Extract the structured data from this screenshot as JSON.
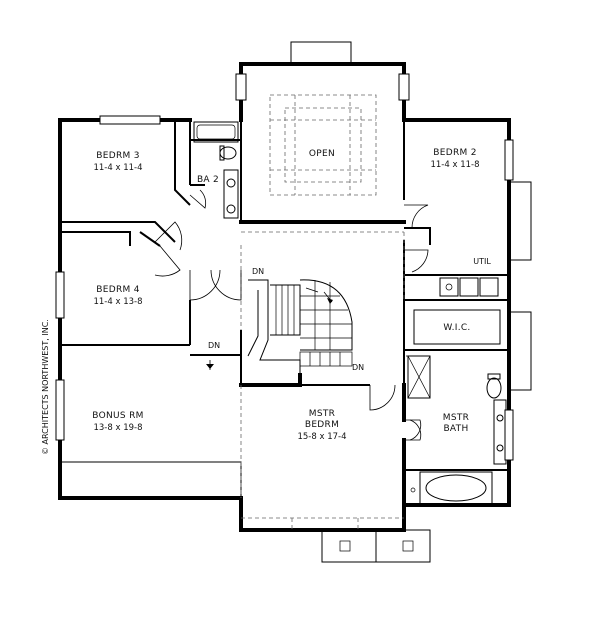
{
  "rooms": {
    "bedrm3": {
      "name": "BEDRM 3",
      "size": "11-4 x 11-4"
    },
    "ba2": {
      "name": "BA 2"
    },
    "open": {
      "name": "OPEN"
    },
    "bedrm2": {
      "name": "BEDRM 2",
      "size": "11-4 x 11-8"
    },
    "util": {
      "name": "UTIL"
    },
    "bedrm4": {
      "name": "BEDRM 4",
      "size": "11-4 x 13-8"
    },
    "wic": {
      "name": "W.I.C."
    },
    "bonus": {
      "name": "BONUS RM",
      "size": "13-8 x 19-8"
    },
    "mstr_bedrm": {
      "name_line1": "MSTR",
      "name_line2": "BEDRM",
      "size": "15-8 x 17-4"
    },
    "mstr_bath": {
      "name_line1": "MSTR",
      "name_line2": "BATH"
    }
  },
  "stairs": {
    "dn_top": "DN",
    "dn_left": "DN",
    "dn_right": "DN"
  },
  "copyright": "© ARCHITECTS NORTHWEST, INC."
}
